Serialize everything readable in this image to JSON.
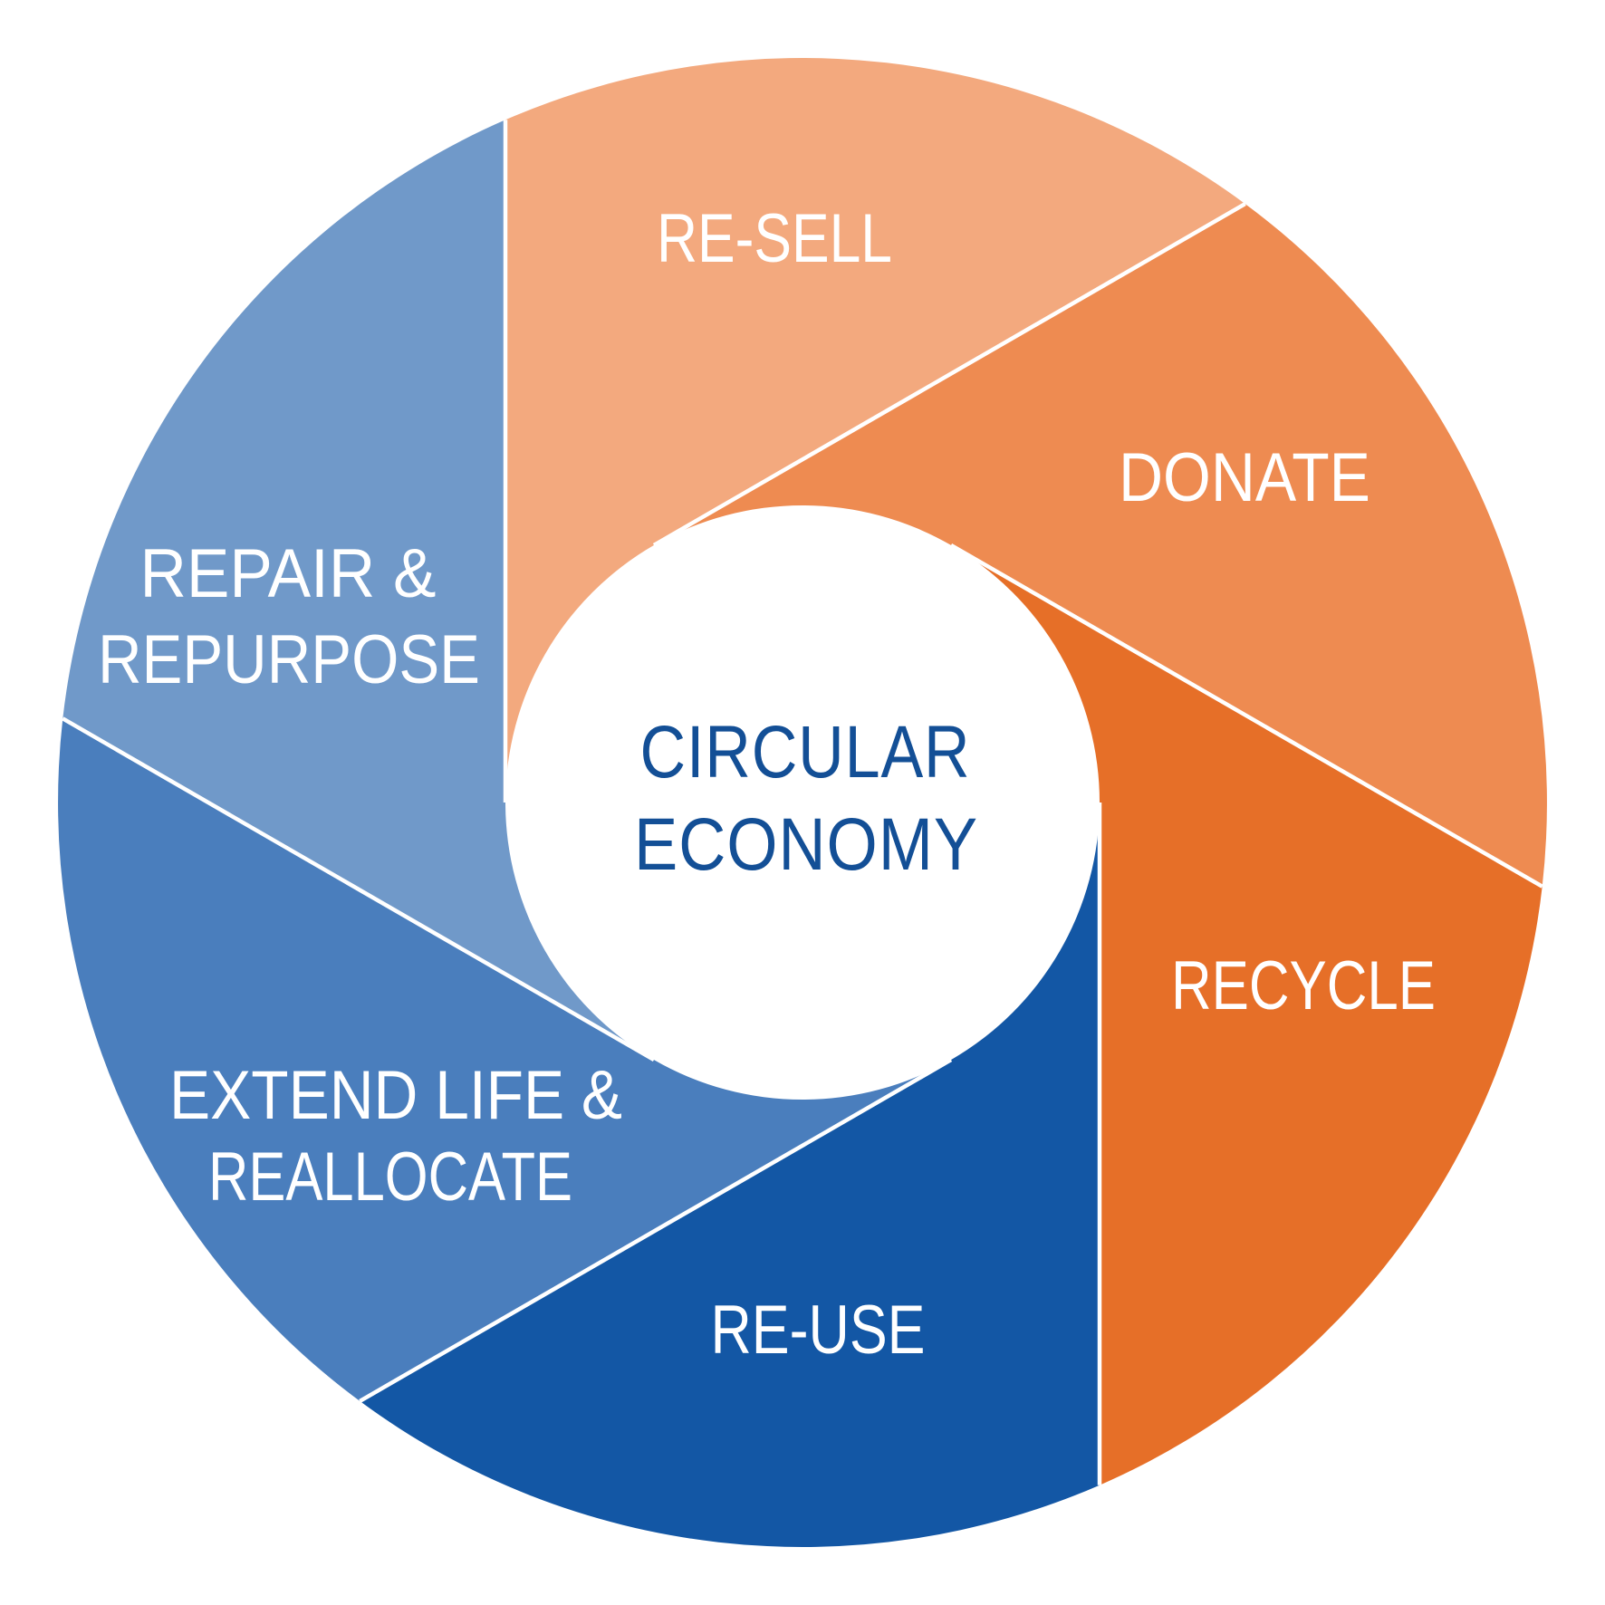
{
  "diagram": {
    "name": "circular-economy-cycle",
    "center": {
      "line1": "CIRCULAR",
      "line2": "ECONOMY",
      "text_color": "#134F96"
    },
    "segments": [
      {
        "id": "re-sell",
        "label": "RE-SELL",
        "color": "#F3A97E",
        "position": "top"
      },
      {
        "id": "donate",
        "label": "DONATE",
        "color": "#EE8B51",
        "position": "top-right"
      },
      {
        "id": "recycle",
        "label": "RECYCLE",
        "color": "#E66F28",
        "position": "bottom-right"
      },
      {
        "id": "re-use",
        "label": "RE-USE",
        "color": "#1357A5",
        "position": "bottom"
      },
      {
        "id": "extend",
        "label": "EXTEND LIFE & REALLOCATE",
        "label_line1": "EXTEND LIFE &",
        "label_line2": "REALLOCATE",
        "color": "#4A7EBD",
        "position": "bottom-left"
      },
      {
        "id": "repair",
        "label": "REPAIR & REPURPOSE",
        "label_line1": "REPAIR &",
        "label_line2": "REPURPOSE",
        "color": "#7099C9",
        "position": "top-left"
      }
    ],
    "divider_color": "#FFFFFF",
    "background_color": "#FFFFFF"
  }
}
